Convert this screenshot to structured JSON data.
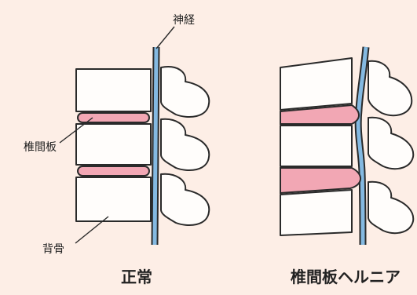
{
  "labels": {
    "nerve": "神経",
    "disc": "椎間板",
    "vertebra": "背骨"
  },
  "captions": {
    "normal": "正常",
    "herniation": "椎間板ヘルニア"
  },
  "colors": {
    "background": "#fdeee6",
    "bone": "#fffdfb",
    "disc": "#f2a7b4",
    "nerve": "#84b9e1",
    "outline": "#2a2a2a"
  }
}
